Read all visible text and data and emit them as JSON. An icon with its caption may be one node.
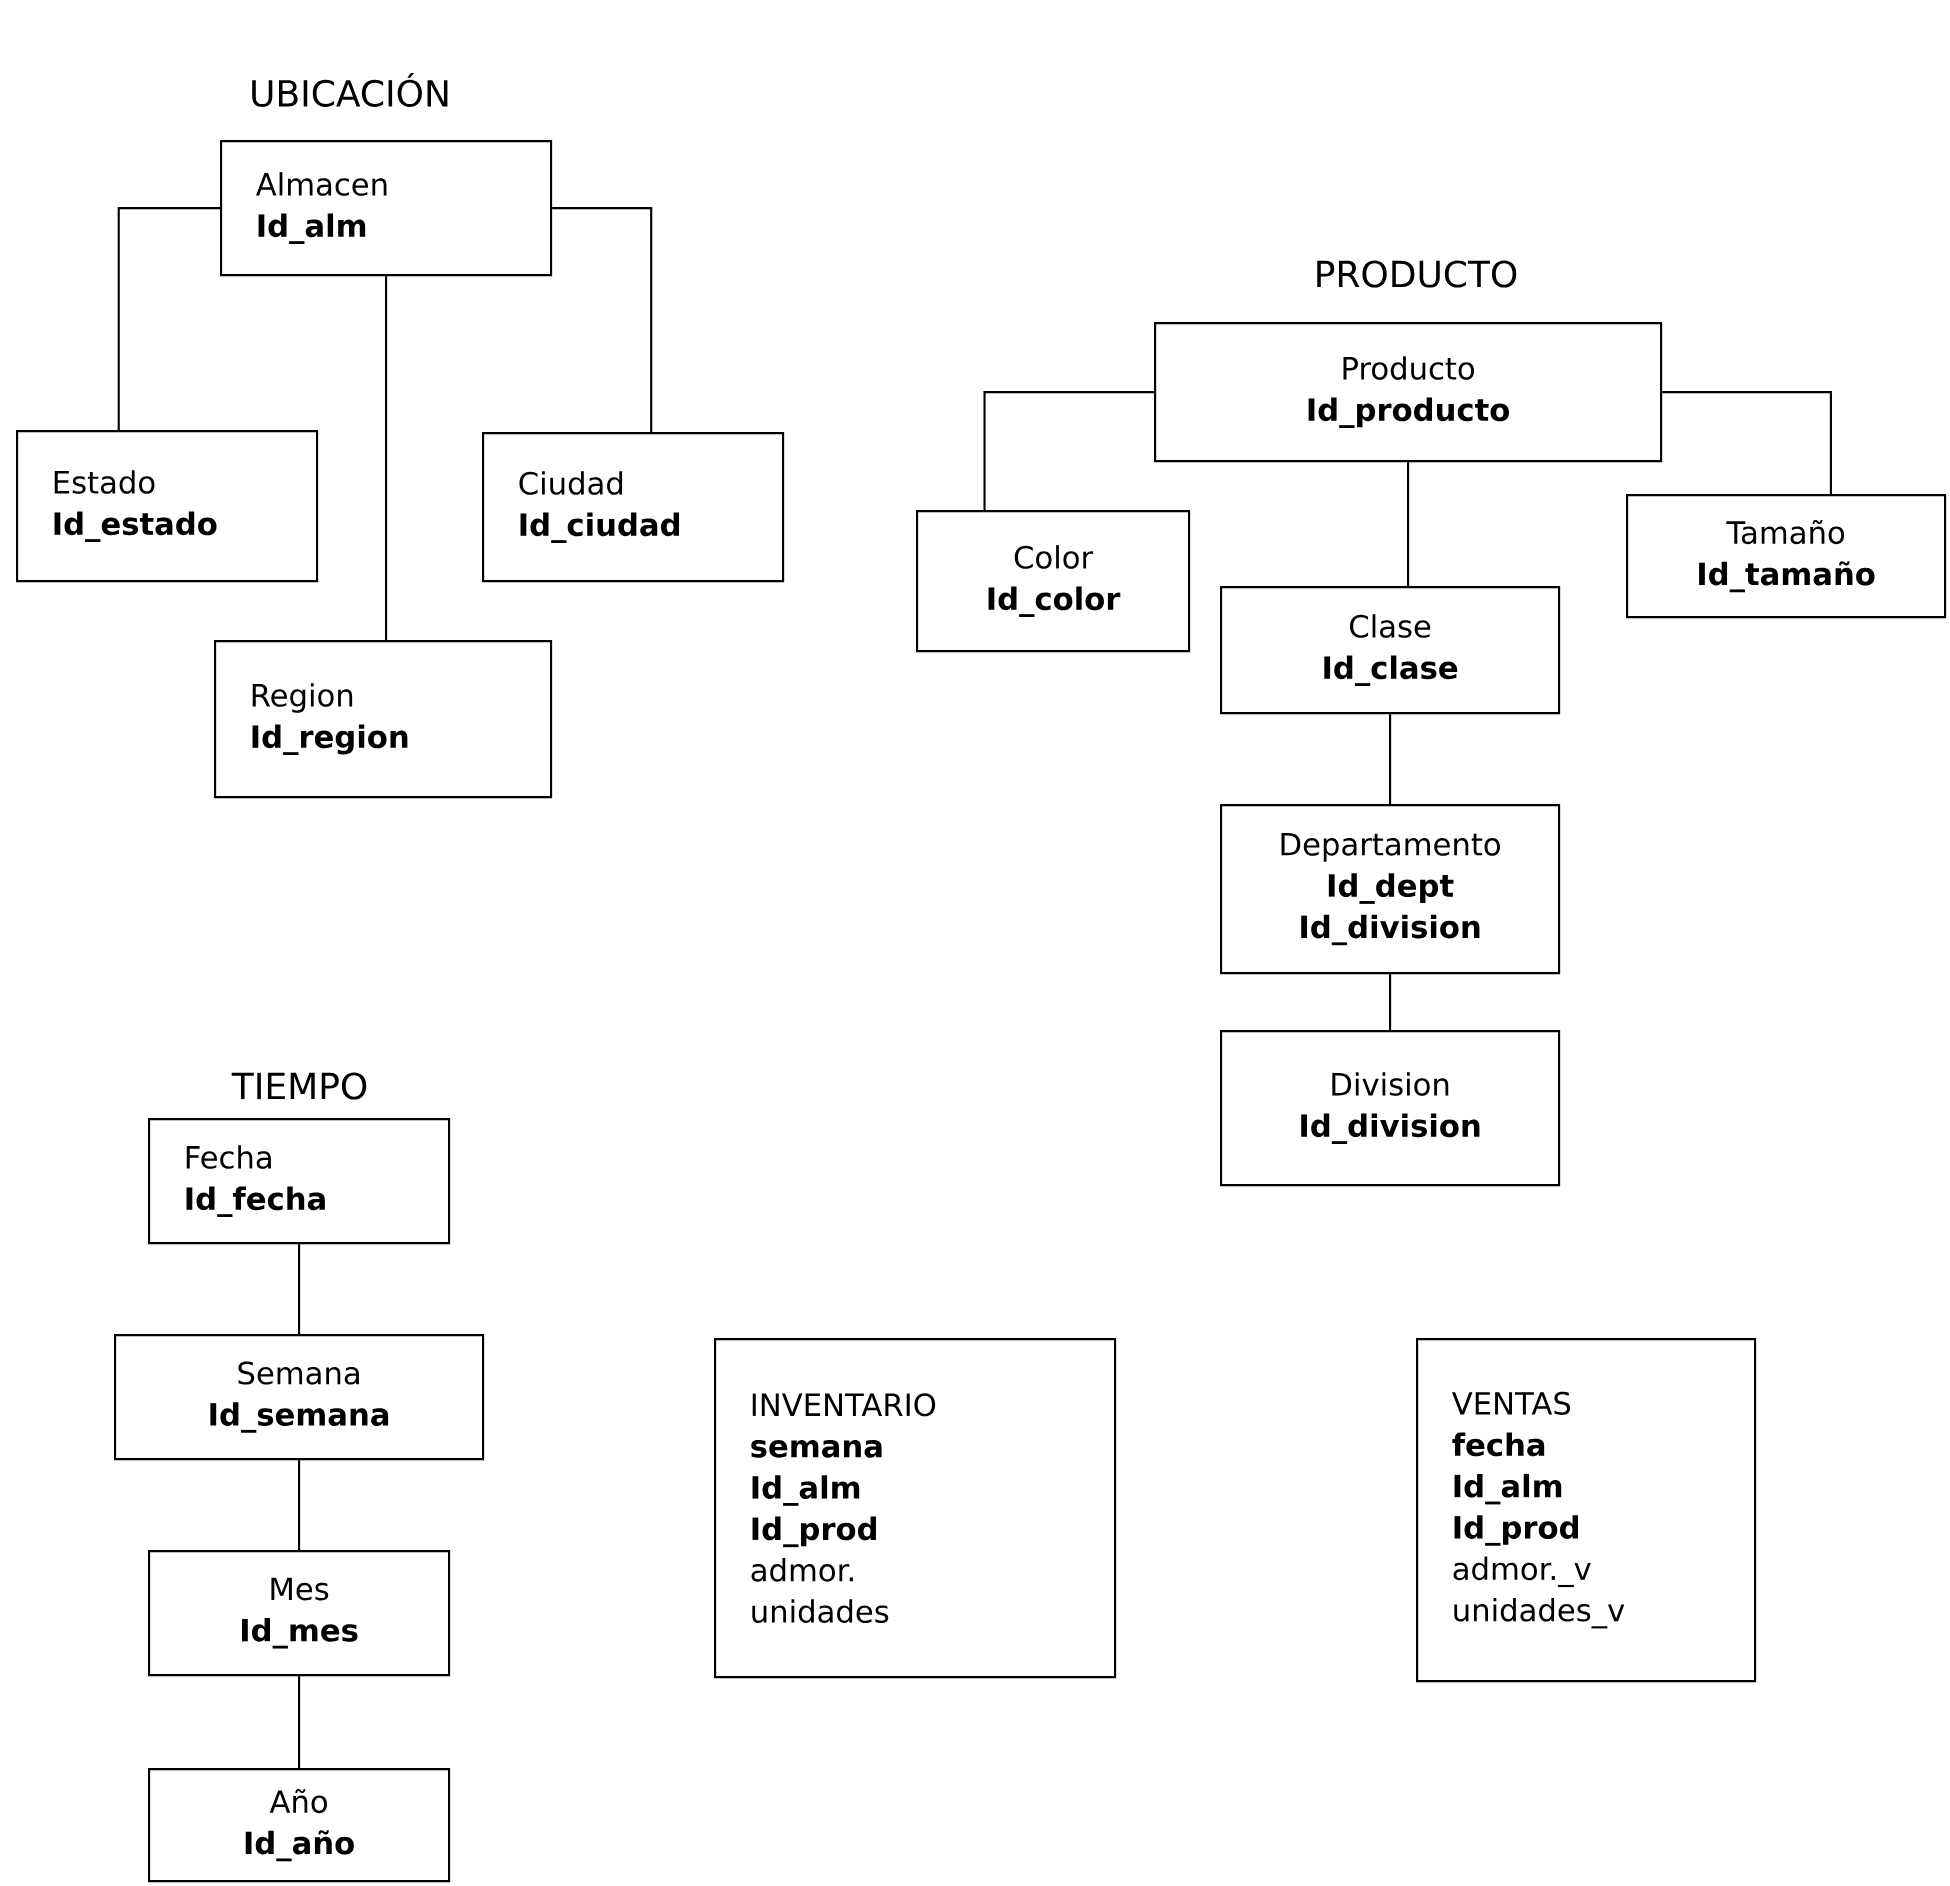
{
  "diagram": {
    "nodes": [
      {
        "text": [
          "Almacen",
          "Id_alm"
        ]
      },
      {
        "text": [
          "Estado",
          "Id_estado"
        ]
      },
      {
        "text": [
          "Ciudad",
          "Id_ciudad"
        ]
      },
      {
        "text": [
          "Region",
          "Id_region"
        ]
      },
      {
        "text": [
          "Producto",
          "Id_producto"
        ]
      },
      {
        "text": [
          "Color",
          "Id_color"
        ]
      },
      {
        "text": [
          "Tamaño",
          "Id_tamaño"
        ]
      },
      {
        "text": [
          "Clase",
          "Id_clase"
        ]
      },
      {
        "text": [
          "Departamento",
          "Id_dept",
          "Id_division"
        ]
      },
      {
        "text": [
          "Division",
          "Id_division"
        ]
      },
      {
        "text": [
          "Fecha",
          "Id_fecha"
        ]
      },
      {
        "text": [
          "Semana",
          "Id_semana"
        ]
      },
      {
        "text": [
          "Mes",
          "Id_mes"
        ]
      },
      {
        "text": [
          "Año",
          "Id_año"
        ]
      },
      {
        "text": [
          "INVENTARIO",
          "semana",
          "Id_alm",
          "Id_prod",
          "admor.",
          "unidades"
        ]
      },
      {
        "text": [
          "VENTAS",
          "fecha",
          "Id_alm",
          "Id_prod",
          "admor._v",
          "unidades_v"
        ]
      }
    ],
    "edges": [
      {
        "from": 0,
        "to": 1,
        "arrow": "none"
      },
      {
        "from": 0,
        "to": 2,
        "arrow": "none"
      },
      {
        "from": 0,
        "to": 3,
        "arrow": "none"
      },
      {
        "from": 4,
        "to": 5,
        "arrow": "none"
      },
      {
        "from": 4,
        "to": 6,
        "arrow": "none"
      },
      {
        "from": 4,
        "to": 7,
        "arrow": "none"
      },
      {
        "from": 7,
        "to": 8,
        "arrow": "none"
      },
      {
        "from": 8,
        "to": 9,
        "arrow": "none"
      },
      {
        "from": 10,
        "to": 11,
        "arrow": "none"
      },
      {
        "from": 11,
        "to": 12,
        "arrow": "none"
      },
      {
        "from": 12,
        "to": 13,
        "arrow": "none"
      }
    ],
    "labels": [
      "UBICACIÓN",
      "PRODUCTO",
      "TIEMPO"
    ]
  }
}
